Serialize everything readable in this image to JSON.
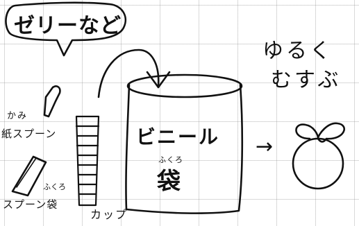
{
  "bubble": {
    "text": "ゼリーなど"
  },
  "tie_instruction": {
    "line1": "ゆるく",
    "line2": "むすぶ"
  },
  "bag": {
    "title": "ビニール",
    "ruby": "ふくろ",
    "kanji": "袋"
  },
  "arrow": {
    "glyph": "→"
  },
  "paper_spoon": {
    "ruby": "かみ",
    "label": "紙スプーン"
  },
  "spoon_bag": {
    "ruby": "ふくろ",
    "label": "スプーン袋"
  },
  "cups": {
    "label": "カップ"
  },
  "colors": {
    "ink": "#111111",
    "paper": "#ffffff",
    "grid": "#bdbdbd"
  }
}
